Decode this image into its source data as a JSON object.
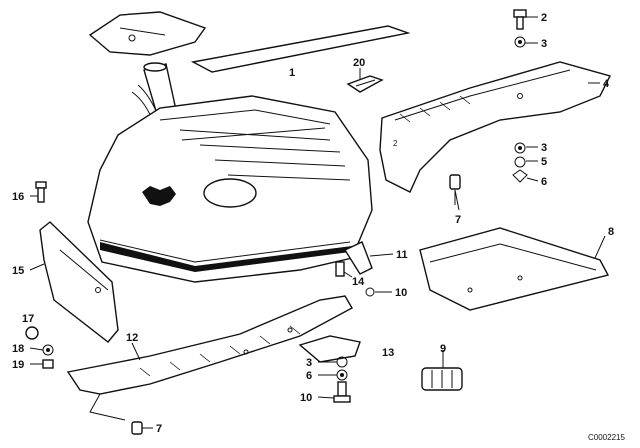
{
  "diagram": {
    "callouts": [
      "1",
      "2",
      "3",
      "4",
      "20",
      "3",
      "5",
      "6",
      "7",
      "8",
      "11",
      "10",
      "14",
      "16",
      "15",
      "17",
      "18",
      "19",
      "12",
      "13",
      "3",
      "6",
      "10",
      "9",
      "7"
    ],
    "small_mark": "2",
    "drawing_code": "C0002215"
  }
}
